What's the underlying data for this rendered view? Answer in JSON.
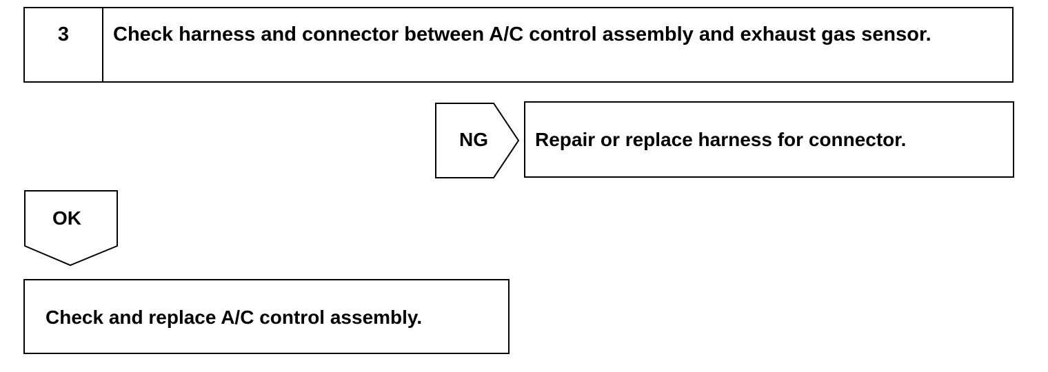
{
  "step": {
    "number": "3",
    "title": "Check harness and connector between A/C control assembly and exhaust gas sensor."
  },
  "ng_branch": {
    "label": "NG",
    "action": "Repair or replace harness for connector."
  },
  "ok_branch": {
    "label": "OK",
    "action": "Check and replace A/C control assembly."
  }
}
